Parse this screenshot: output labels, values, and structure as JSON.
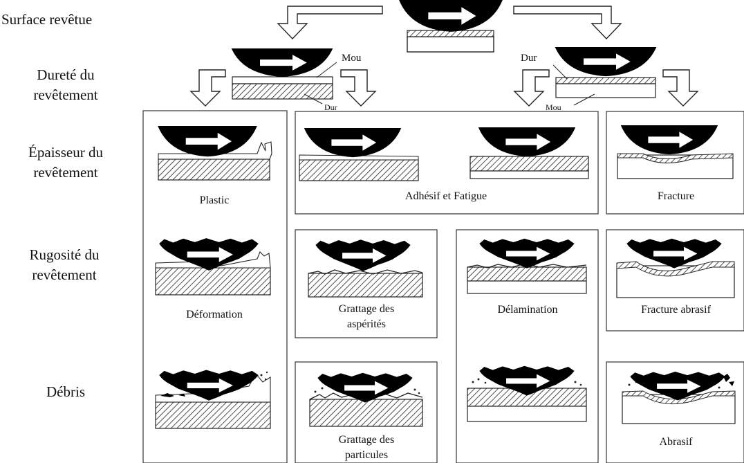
{
  "rows": {
    "surface": "Surface revêtue",
    "hardness_1": "Dureté du",
    "hardness_2": "revêtement",
    "thickness_1": "Épaisseur du",
    "thickness_2": "revêtement",
    "roughness_1": "Rugosité du",
    "roughness_2": "revêtement",
    "debris": "Débris"
  },
  "hardness": {
    "left_top": "Mou",
    "left_bottom": "Dur",
    "right_top": "Dur",
    "right_bottom": "Mou"
  },
  "captions": {
    "plastic": "Plastic",
    "adhesive": "Adhésif et Fatigue",
    "fracture": "Fracture",
    "deformation": "Déformation",
    "scratch_asperities_1": "Grattage des",
    "scratch_asperities_2": "aspérités",
    "delamination": "Délamination",
    "fracture_abrasive": "Fracture abrasif",
    "scratch_particles_1": "Grattage des",
    "scratch_particles_2": "particules",
    "abrasive": "Abrasif"
  }
}
